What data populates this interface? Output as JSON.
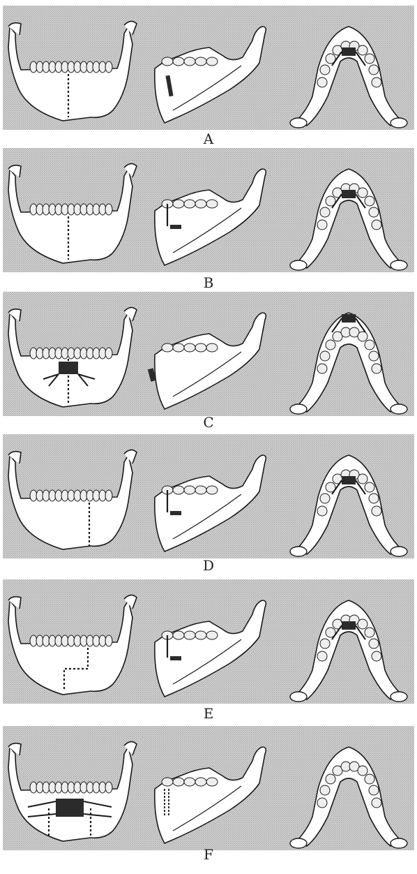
{
  "figure": {
    "panels": [
      {
        "label": "A",
        "variant": "A"
      },
      {
        "label": "B",
        "variant": "B"
      },
      {
        "label": "C",
        "variant": "C"
      },
      {
        "label": "D",
        "variant": "D"
      },
      {
        "label": "E",
        "variant": "E"
      },
      {
        "label": "F",
        "variant": "F"
      }
    ],
    "colors": {
      "background_stipple": "#c9c9c9",
      "bone_fill": "#ffffff",
      "outline": "#1a1a1a",
      "tooth_fill": "#eeeeee",
      "plate_fill": "#2b2b2b"
    }
  }
}
